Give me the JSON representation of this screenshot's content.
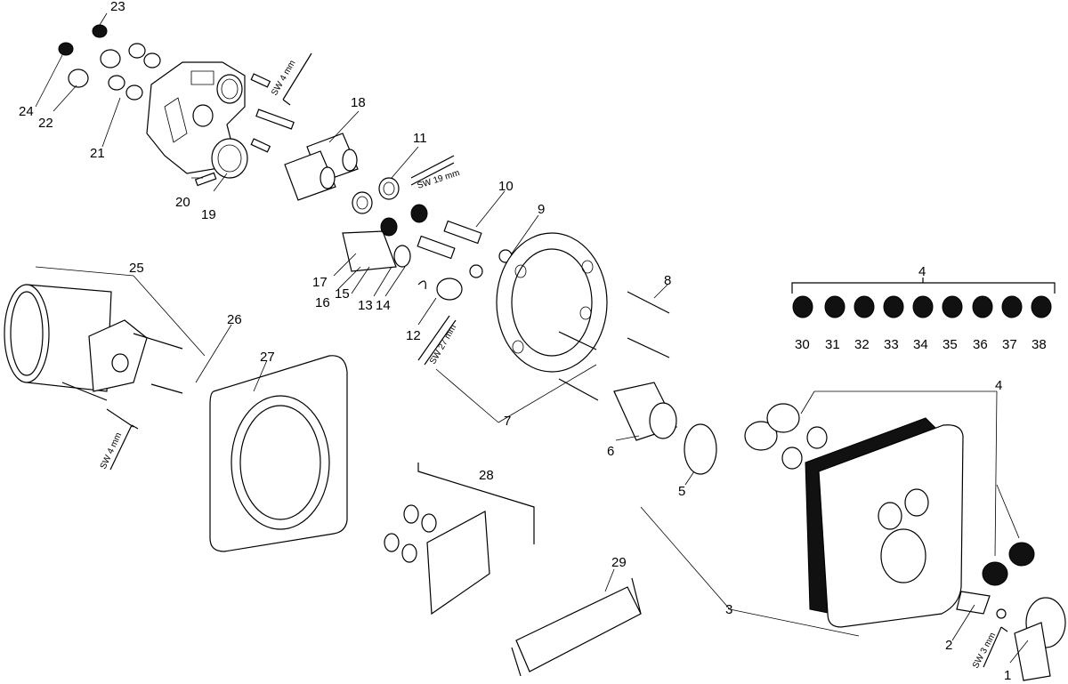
{
  "labels": {
    "p1": "1",
    "p2": "2",
    "p3": "3",
    "p4a": "4",
    "p4b": "4",
    "p5": "5",
    "p6": "6",
    "p7": "7",
    "p8": "8",
    "p9": "9",
    "p10": "10",
    "p11": "11",
    "p12": "12",
    "p13": "13",
    "p14": "14",
    "p15": "15",
    "p16": "16",
    "p17": "17",
    "p18": "18",
    "p19": "19",
    "p20": "20",
    "p21": "21",
    "p22": "22",
    "p23": "23",
    "p24": "24",
    "p25": "25",
    "p26": "26",
    "p27": "27",
    "p28": "28",
    "p29": "29",
    "p30": "30",
    "p31": "31",
    "p32": "32",
    "p33": "33",
    "p34": "34",
    "p35": "35",
    "p36": "36",
    "p37": "37",
    "p38": "38"
  },
  "tools": {
    "sw4_top": "SW 4 mm",
    "sw19": "SW 19 mm",
    "sw27": "SW 27 mm",
    "sw4_left": "SW 4 mm",
    "sw3": "SW 3 mm"
  }
}
